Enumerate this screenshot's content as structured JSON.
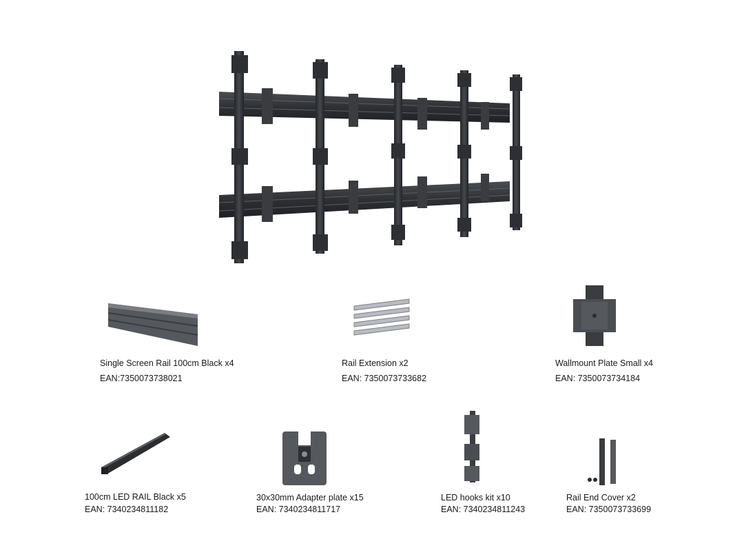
{
  "items": [
    {
      "name": "Single Screen Rail 100cm Black x4",
      "ean": "EAN:7350073738021"
    },
    {
      "name": "Rail Extension x2",
      "ean": "EAN: 7350073733682"
    },
    {
      "name": "Wallmount Plate Small x4",
      "ean": "EAN: 7350073734184"
    },
    {
      "name": "100cm LED RAIL  Black x5",
      "ean": "EAN: 7340234811182"
    },
    {
      "name": "30x30mm Adapter plate x15",
      "ean": "EAN: 7340234811717"
    },
    {
      "name": "LED hooks kit x10",
      "ean": "EAN: 7340234811243"
    },
    {
      "name": "Rail End Cover x2",
      "ean": "EAN: 7350073733699"
    }
  ]
}
